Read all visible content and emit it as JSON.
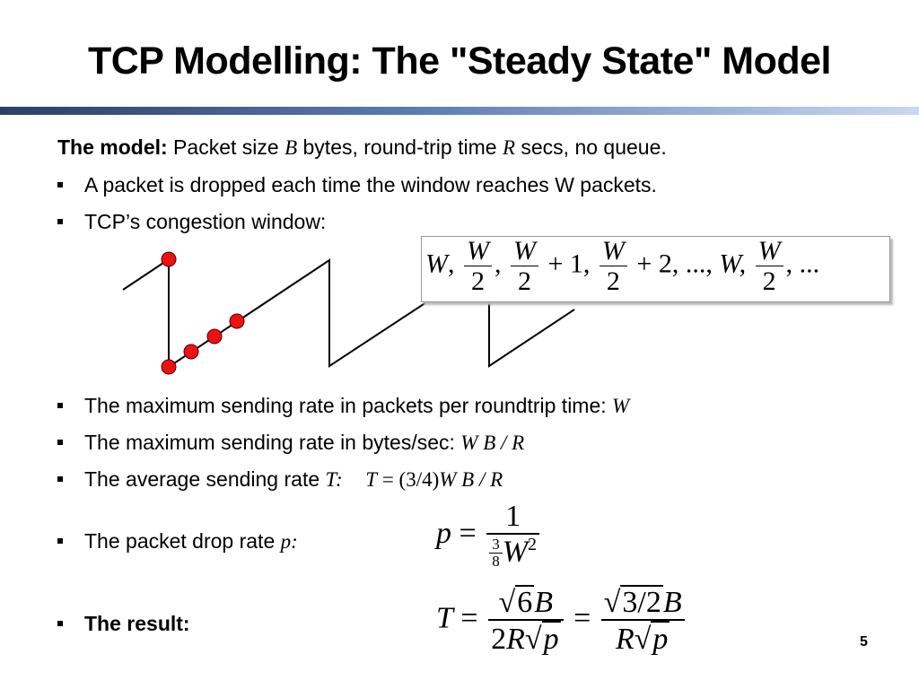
{
  "title": "TCP Modelling: The \"Steady State\" Model",
  "model_line": {
    "label": "The model:",
    "t1": " Packet size ",
    "B": "B",
    "t2": " bytes, round-trip time ",
    "R": "R",
    "t3": " secs, no queue."
  },
  "bullets": {
    "drop": "A packet is dropped each time the window reaches W packets.",
    "cwnd": "TCP’s congestion window:",
    "max_pkts": "The maximum sending rate in packets per roundtrip time: ",
    "max_pkts_var": "W",
    "max_bytes": "The maximum sending rate in bytes/sec: ",
    "max_bytes_var": "W B / R",
    "avg": "The average sending rate ",
    "avg_var": "T:",
    "avg_formula_T": "T",
    "avg_formula_rest": " = (3/4)",
    "avg_formula_vars": "W B / R",
    "drop_rate": "The packet drop rate ",
    "drop_rate_var": "p:",
    "result": "The result:"
  },
  "sequence": {
    "W": "W",
    "comma": ",",
    "two": "2",
    "plus1": "+ 1,",
    "plus2": "+ 2, ...,",
    "W2": "W,",
    "dots": ", ..."
  },
  "formulas": {
    "p_lhs": "p",
    "eq": "=",
    "one": "1",
    "three": "3",
    "eight": "8",
    "W": "W",
    "sq": "2",
    "T": "T",
    "sqrt": "√",
    "six": "6",
    "B": "B",
    "two": "2",
    "R": "R",
    "p": "p",
    "threehalves": "3/2"
  },
  "page_number": "5"
}
